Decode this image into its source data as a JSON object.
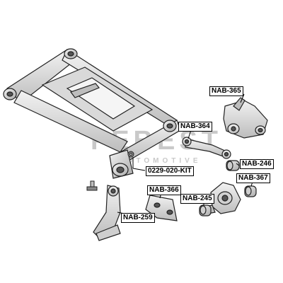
{
  "watermark": {
    "brand": "FEBEST",
    "tagline": "AUTOMOTIVE"
  },
  "parts": [
    {
      "id": "NAB-365",
      "part_number": "NAB-365"
    },
    {
      "id": "NAB-364",
      "part_number": "NAB-364"
    },
    {
      "id": "NAB-246",
      "part_number": "NAB-246"
    },
    {
      "id": "NAB-367",
      "part_number": "NAB-367"
    },
    {
      "id": "0229-020-KIT",
      "part_number": "0229-020-KIT"
    },
    {
      "id": "NAB-366",
      "part_number": "NAB-366"
    },
    {
      "id": "NAB-245",
      "part_number": "NAB-245"
    },
    {
      "id": "NAB-259",
      "part_number": "NAB-259"
    }
  ]
}
